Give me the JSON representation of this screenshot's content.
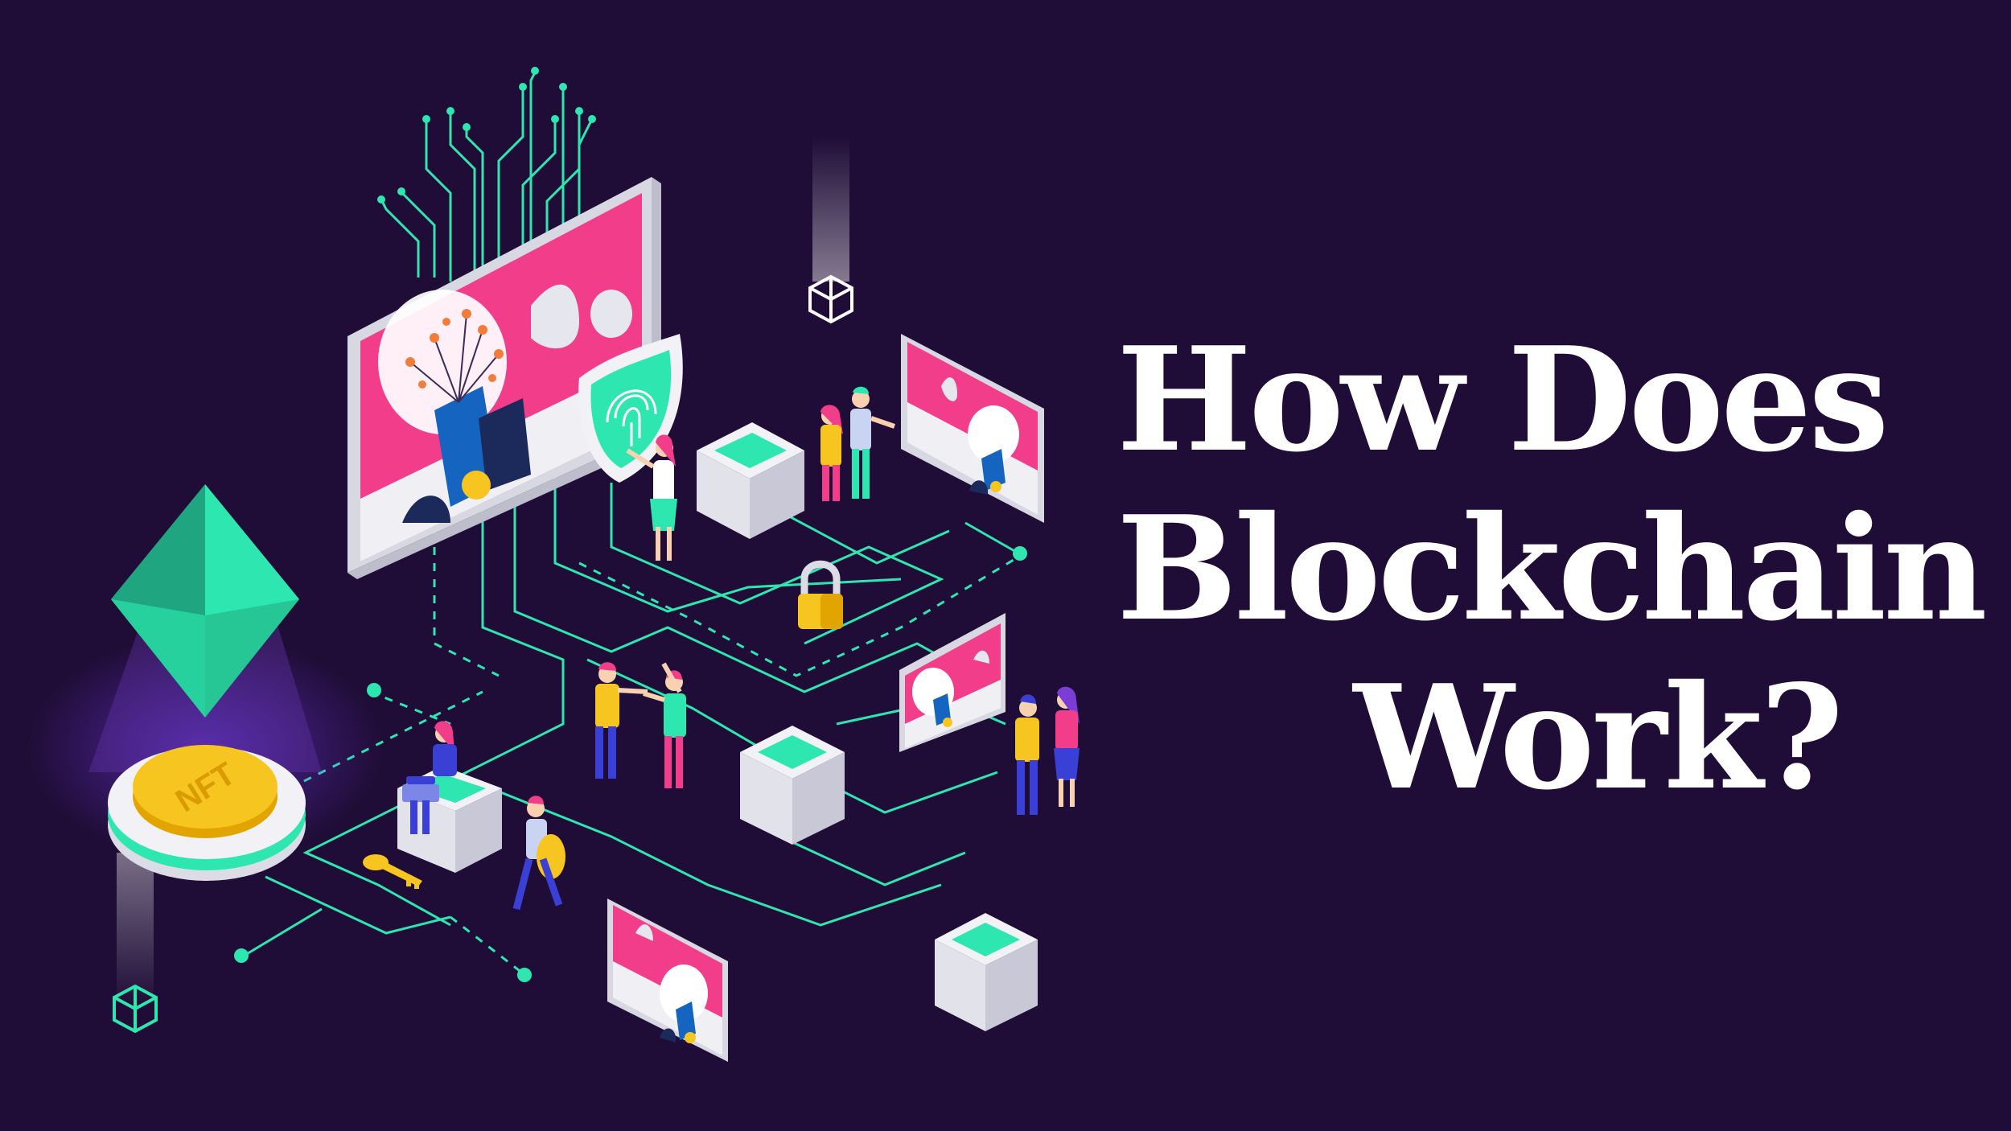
{
  "headline": {
    "line1": "How Does",
    "line2": "Blockchain",
    "line3": "Work?"
  },
  "coin": {
    "label": "NFT"
  },
  "colors": {
    "background": "#200d37",
    "accent_teal": "#2ee6b0",
    "accent_pink": "#f23d8b",
    "coin_gold": "#f7c51f",
    "text": "#ffffff"
  },
  "icons": [
    "ethereum-diamond-icon",
    "nft-coin-icon",
    "padlock-icon",
    "key-icon",
    "fingerprint-shield-icon",
    "cube-icon"
  ]
}
